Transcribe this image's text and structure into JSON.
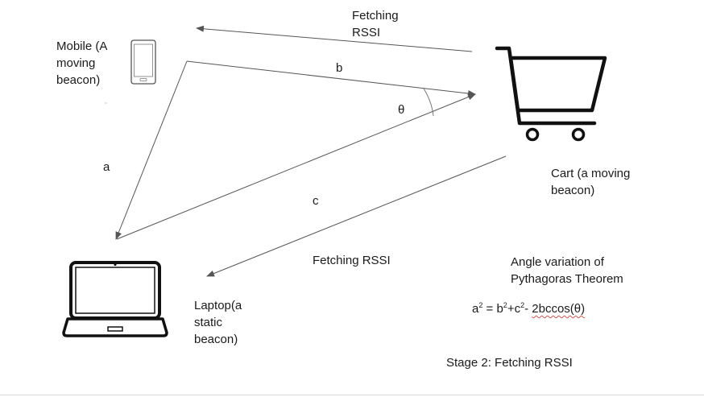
{
  "labels": {
    "fetching_top_line1": "Fetching",
    "fetching_top_line2": "RSSI",
    "mobile_line1": "Mobile (A",
    "mobile_line2": "moving",
    "mobile_line3": "beacon)",
    "side_b": "b",
    "angle_theta": "θ",
    "side_a": "a",
    "side_c": "c",
    "cart_line1": "Cart (a moving",
    "cart_line2": "beacon)",
    "fetching_bottom": "Fetching RSSI",
    "laptop_line1": "Laptop(a",
    "laptop_line2": "static",
    "laptop_line3": "beacon)",
    "angle_note_line1": "Angle variation of",
    "angle_note_line2": "Pythagoras Theorem",
    "stage_caption": "Stage 2: Fetching RSSI"
  },
  "formula": {
    "a": "a",
    "exp1": "2",
    "eq_b": " = b",
    "exp2": "2",
    "plus_c": "+c",
    "exp3": "2",
    "minus": "- ",
    "term": "2bccos(θ)"
  },
  "icons": {
    "mobile": "smartphone-icon",
    "cart": "shopping-cart-icon",
    "laptop": "laptop-icon"
  },
  "colors": {
    "arrow": "#555555",
    "text": "#1a1a1a",
    "squiggle": "#d9534f"
  }
}
